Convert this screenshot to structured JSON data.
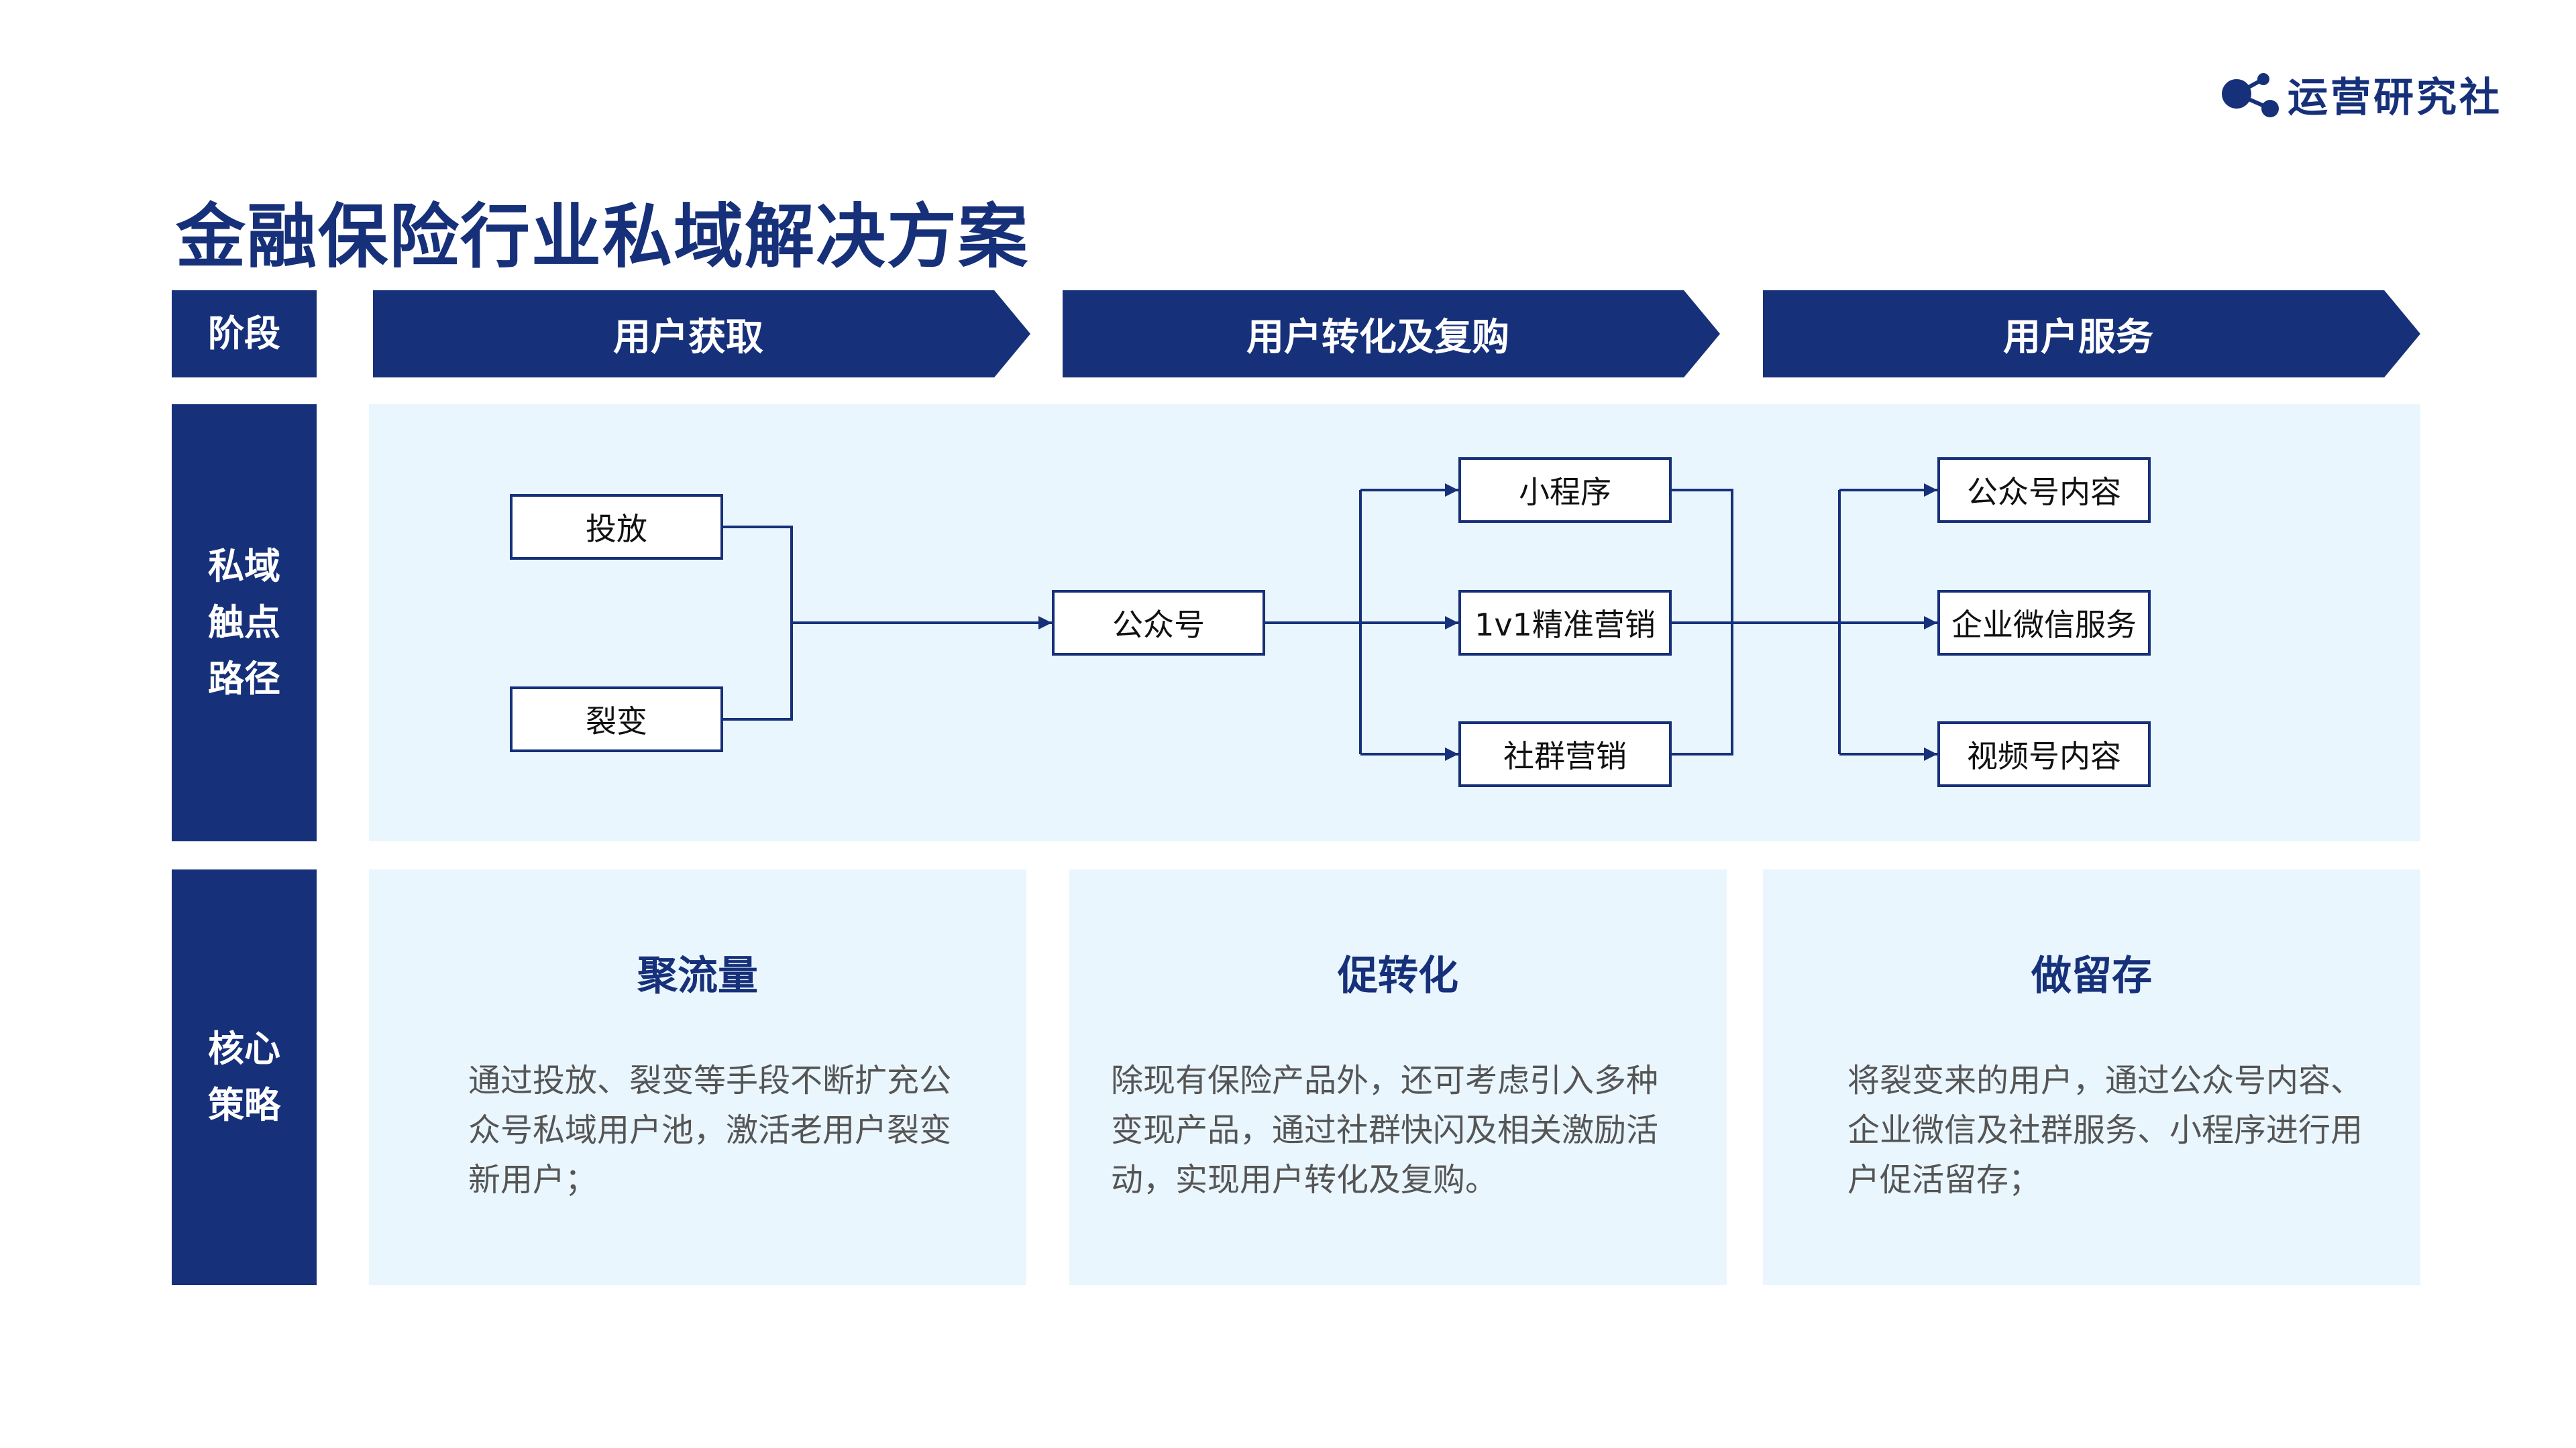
{
  "brand": {
    "name": "运营研究社",
    "color": "#16307a"
  },
  "title": "金融保险行业私域解决方案",
  "row_labels": {
    "stage": "阶段",
    "touchpoint_path": "私域\n触点\n路径",
    "core_strategy": "核心\n策略"
  },
  "stages": [
    "用户获取",
    "用户转化及复购",
    "用户服务"
  ],
  "flow": {
    "sources": [
      "投放",
      "裂变"
    ],
    "hub": "公众号",
    "conversion": [
      "小程序",
      "1v1精准营销",
      "社群营销"
    ],
    "service": [
      "公众号内容",
      "企业微信服务",
      "视频号内容"
    ]
  },
  "strategies": [
    {
      "title": "聚流量",
      "desc": "通过投放、裂变等手段不断扩充公众号私域用户池，激活老用户裂变新用户；"
    },
    {
      "title": "促转化",
      "desc": "除现有保险产品外，还可考虑引入多种变现产品，通过社群快闪及相关激励活动，实现用户转化及复购。"
    },
    {
      "title": "做留存",
      "desc": "将裂变来的用户，通过公众号内容、企业微信及社群服务、小程序进行用户促活留存；"
    }
  ],
  "colors": {
    "primary": "#16307a",
    "panel": "#eaf6fd",
    "text_muted": "#555555"
  }
}
